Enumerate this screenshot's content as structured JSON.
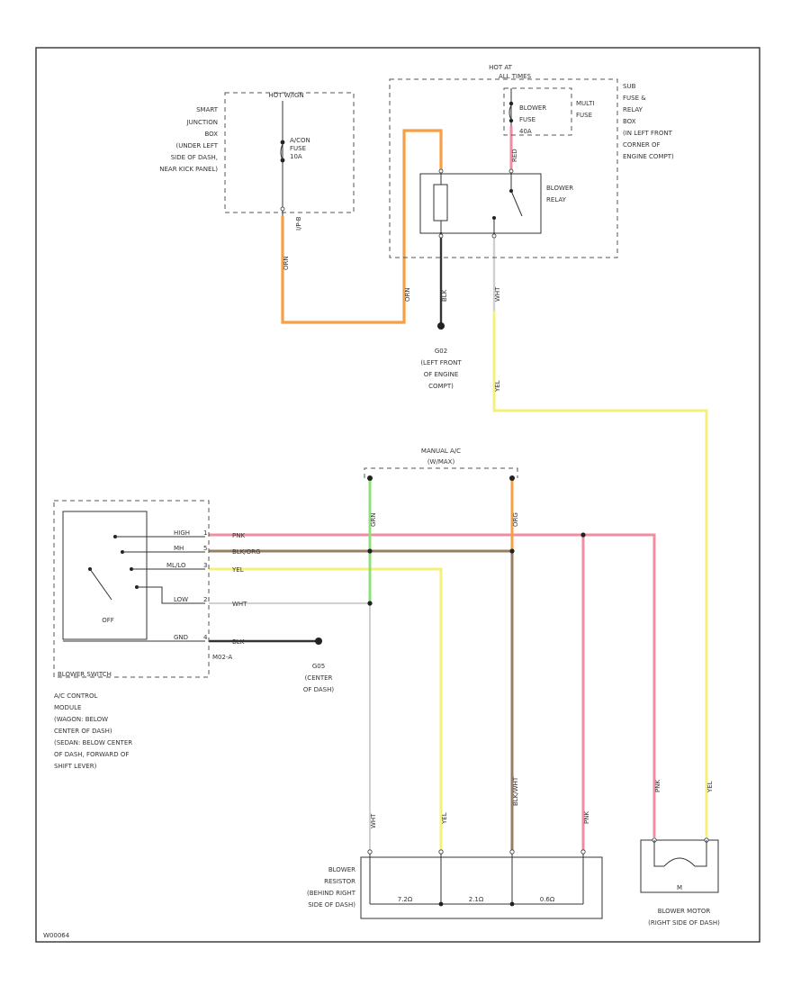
{
  "colors": {
    "orange": "#f5a046",
    "pink": "#f28ca0",
    "yellow": "#f5f07a",
    "green": "#8ee07a",
    "tan": "#9a7e62",
    "black": "#333333",
    "white_wire": "#d0d0d0",
    "line": "#333333"
  },
  "diagram": {
    "code": "W00064",
    "smart_junction_box": {
      "header": "HOT W/IGN",
      "label": [
        "SMART",
        "JUNCTION",
        "BOX",
        "(UNDER LEFT",
        "SIDE OF DASH,",
        "NEAR KICK PANEL)"
      ],
      "fuse": [
        "A/CON",
        "FUSE",
        "10A"
      ],
      "connector": "I/P-B"
    },
    "sub_fuse_box": {
      "header": [
        "HOT AT",
        "ALL TIMES"
      ],
      "label": [
        "SUB",
        "FUSE &",
        "RELAY",
        "BOX",
        "(IN LEFT FRONT",
        "CORNER OF",
        "ENGINE COMPT)"
      ],
      "multi_fuse": [
        "MULTI",
        "FUSE"
      ],
      "blower_fuse": [
        "BLOWER",
        "FUSE",
        "40A"
      ],
      "relay": [
        "BLOWER",
        "RELAY"
      ]
    },
    "ground_g02": [
      "G02",
      "(LEFT FRONT",
      "OF ENGINE",
      "COMPT)"
    ],
    "ground_g05": [
      "G05",
      "(CENTER",
      "OF DASH)"
    ],
    "manual_ac": [
      "MANUAL A/C",
      "(W/MAX)"
    ],
    "ac_module": [
      "A/C CONTROL",
      "MODULE",
      "(WAGON: BELOW",
      "CENTER OF DASH)",
      "(SEDAN: BELOW CENTER",
      "OF DASH, FORWARD OF",
      "SHIFT LEVER)"
    ],
    "blower_switch": {
      "title": "BLOWER SWITCH",
      "off": "OFF",
      "terminals": [
        "HIGH",
        "MH",
        "ML/LO",
        "LOW",
        "GND"
      ],
      "pins": [
        "1",
        "5",
        "3",
        "2",
        "4"
      ],
      "connector": "M02-A"
    },
    "resistor": [
      "BLOWER",
      "RESISTOR",
      "(BEHIND RIGHT",
      "SIDE OF DASH)"
    ],
    "resistor_values": [
      "7.2Ω",
      "2.1Ω",
      "0.6Ω"
    ],
    "motor": [
      "BLOWER MOTOR",
      "(RIGHT SIDE OF DASH)"
    ],
    "motor_symbol": "M",
    "wire_labels": {
      "pnk": "PNK",
      "brnorg": "BLK/ORG",
      "yel": "YEL",
      "wht": "WHT",
      "blk": "BLK",
      "orn": "ORN",
      "grn": "GRN",
      "blkwht": "BLK/WHT",
      "org": "ORG",
      "red": "RED"
    }
  }
}
